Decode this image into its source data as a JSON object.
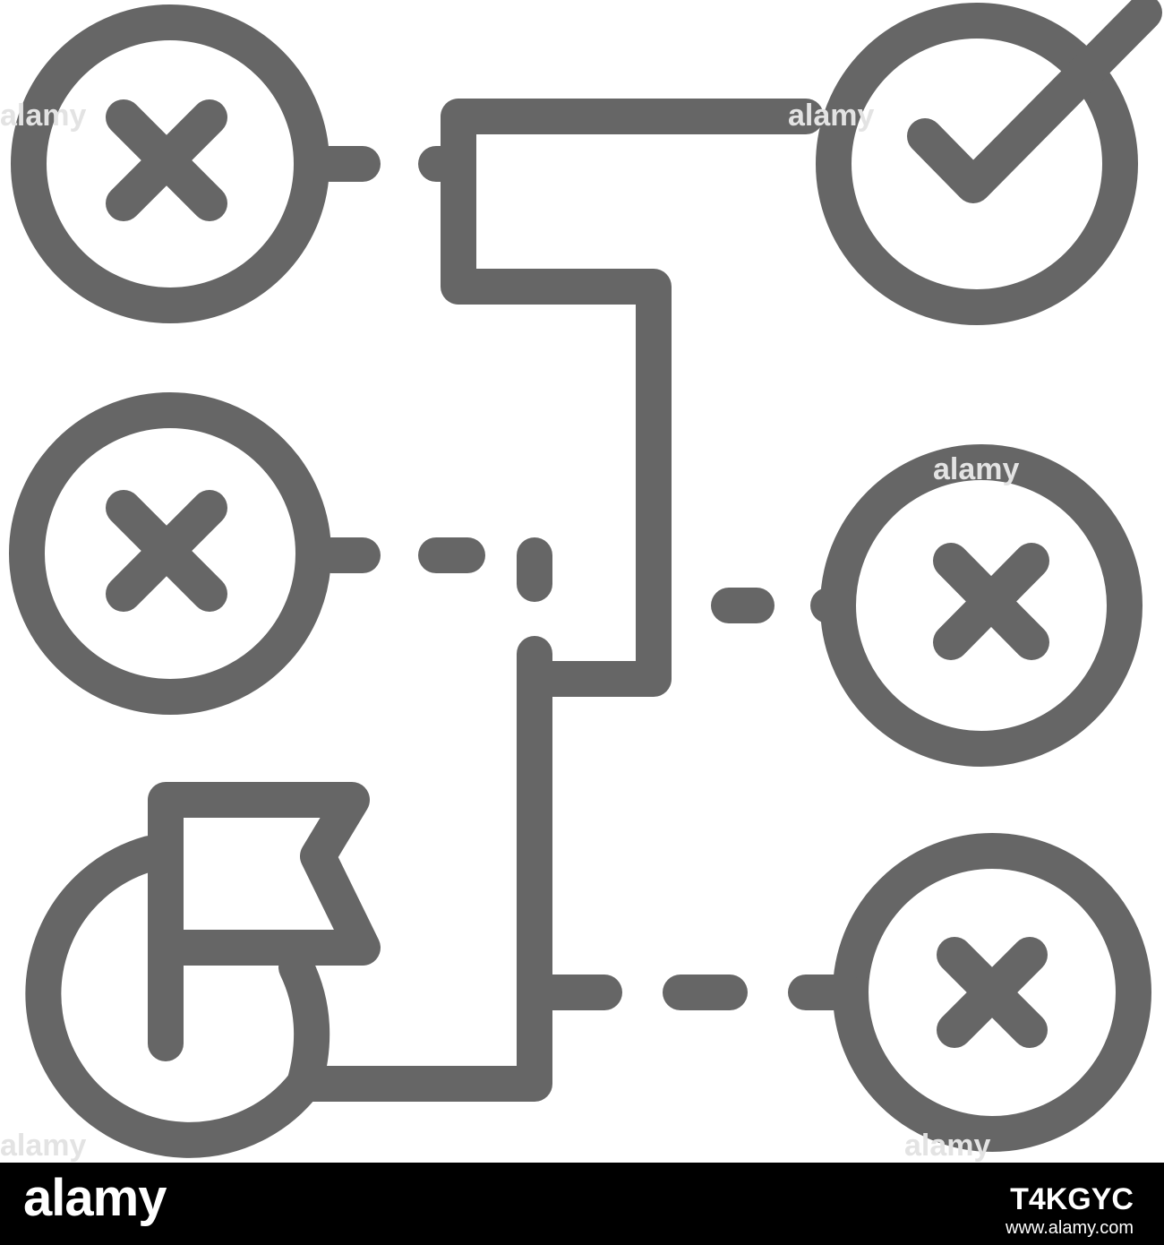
{
  "colors": {
    "stroke": "#666666",
    "background": "#ffffff",
    "footer_background": "#000000",
    "footer_text": "#ffffff",
    "watermark": "#e3e3e3"
  },
  "icon": {
    "name": "decision-path-icon",
    "elements": [
      "start-flag-icon",
      "failed-option-cross-icon",
      "successful-option-check-icon",
      "path-connector-lines"
    ]
  },
  "watermark": {
    "text": "alamy"
  },
  "footer": {
    "logo": "alamy",
    "image_id": "T4KGYC",
    "url": "www.alamy.com"
  }
}
